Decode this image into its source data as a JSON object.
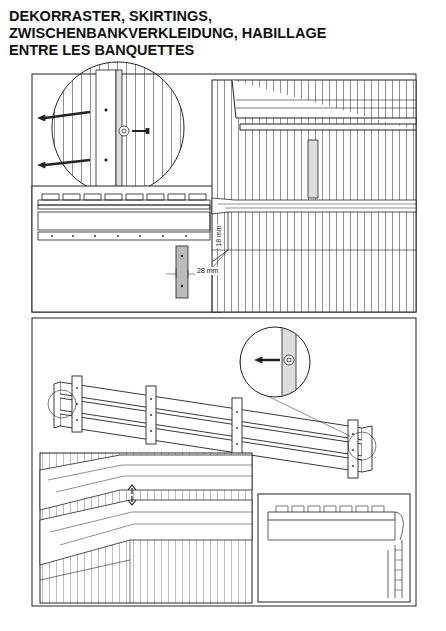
{
  "diagram": {
    "title": "DEKORRASTER, SKIRTINGS, ZWISCHENBANKVERKLEIDUNG, HABILLAGE ENTRE LES BANQUETTES",
    "labels": [
      "18 mm",
      "28 mm"
    ]
  }
}
